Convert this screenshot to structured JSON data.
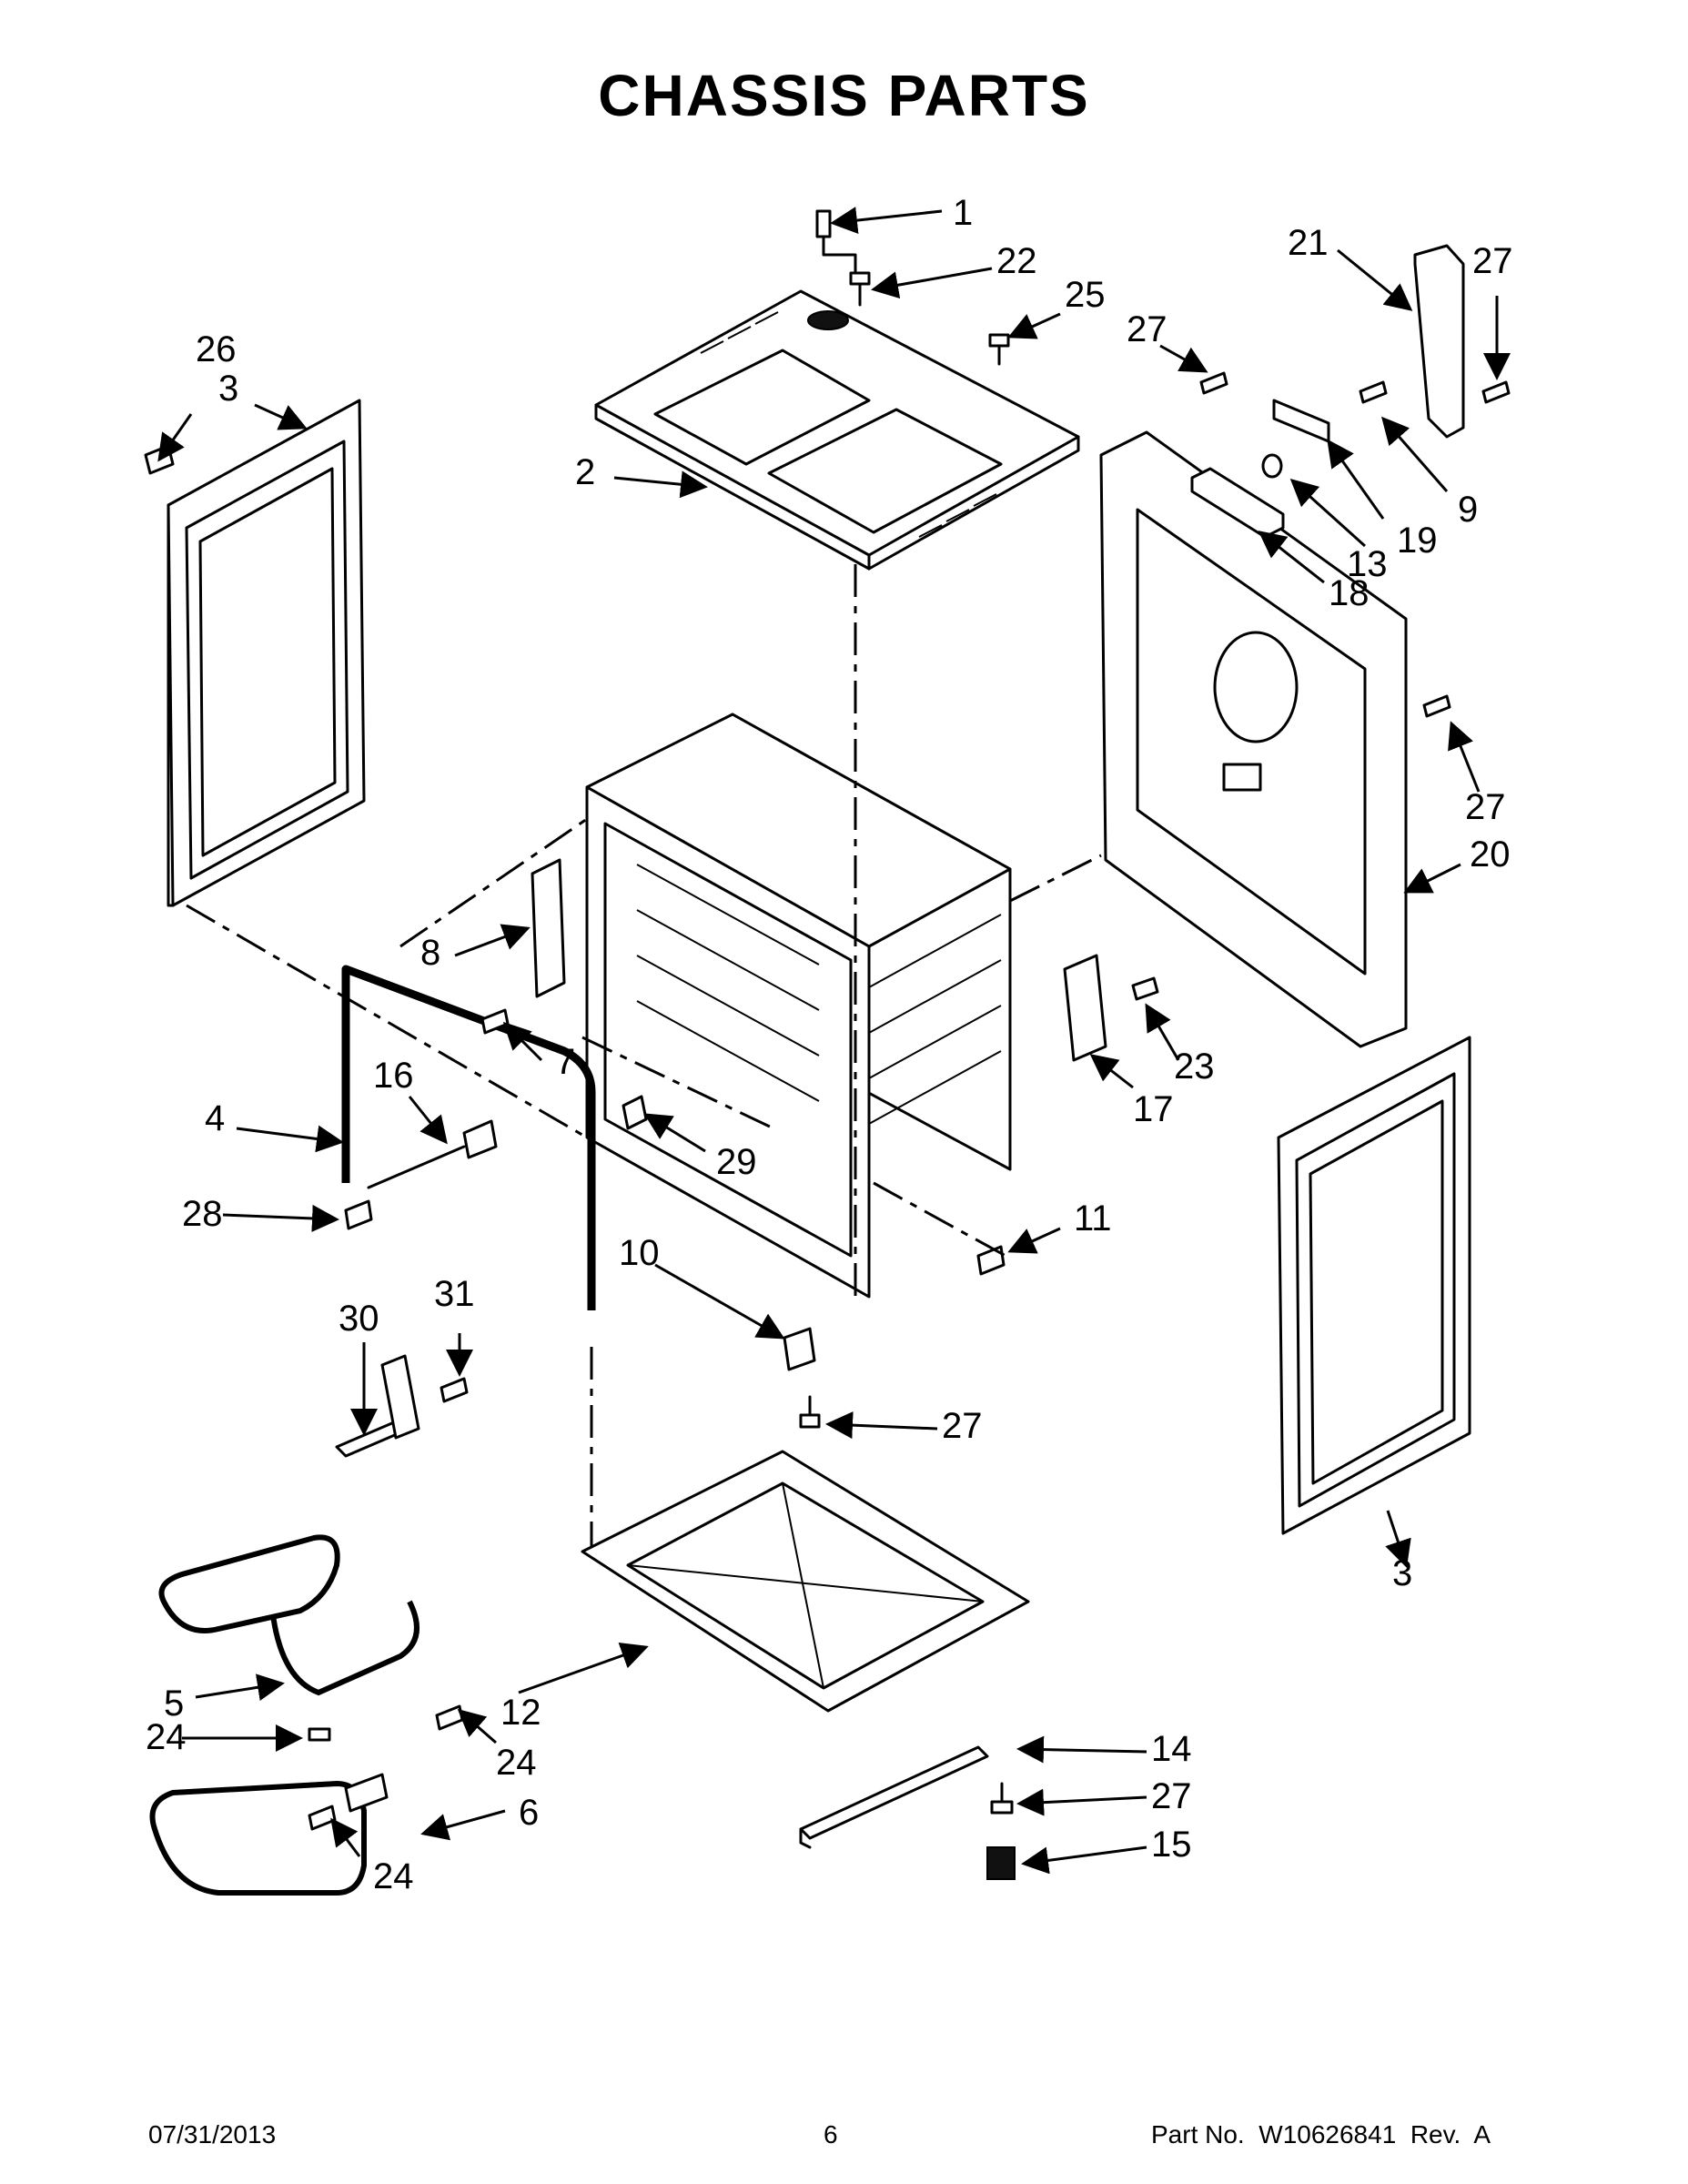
{
  "title": "CHASSIS PARTS",
  "footer": {
    "date": "07/31/2013",
    "page": "6",
    "part_no": "Part No.  W10626841  Rev.  A"
  },
  "callouts": [
    "1",
    "2",
    "3",
    "3",
    "4",
    "5",
    "6",
    "7",
    "8",
    "9",
    "10",
    "11",
    "12",
    "13",
    "14",
    "15",
    "16",
    "17",
    "18",
    "19",
    "20",
    "21",
    "22",
    "23",
    "24",
    "24",
    "24",
    "25",
    "26",
    "27",
    "27",
    "27",
    "27",
    "27",
    "28",
    "29",
    "30",
    "31"
  ]
}
